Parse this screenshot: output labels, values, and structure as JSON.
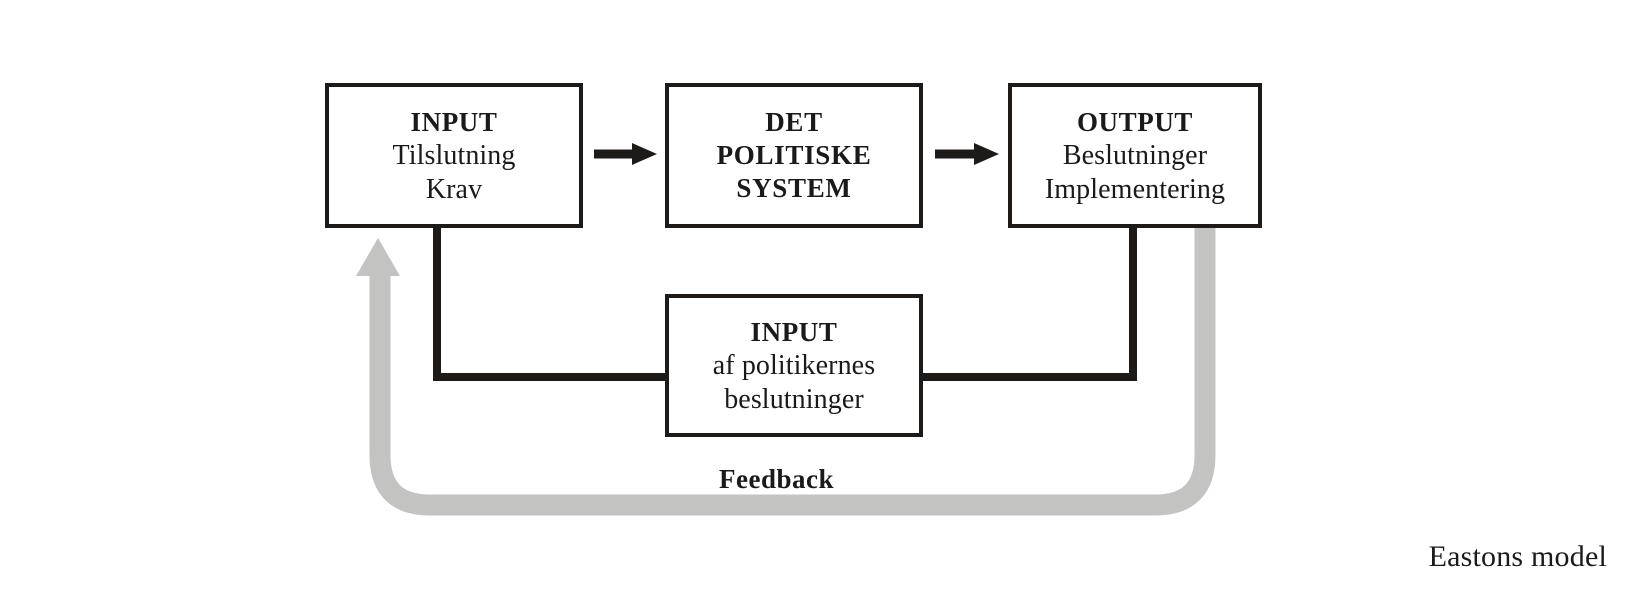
{
  "diagram": {
    "title": "Eastons model",
    "colors": {
      "stroke": "#1d1a18",
      "feedback": "#c3c3c1",
      "background": "#ffffff"
    },
    "nodes": [
      {
        "id": "input",
        "name": "input-box",
        "lines": [
          {
            "text": "INPUT",
            "bold": true
          },
          {
            "text": "Tilslutning",
            "bold": false
          },
          {
            "text": "Krav",
            "bold": false
          }
        ]
      },
      {
        "id": "system",
        "name": "political-system-box",
        "lines": [
          {
            "text": "DET",
            "bold": true
          },
          {
            "text": "POLITISKE",
            "bold": true
          },
          {
            "text": "SYSTEM",
            "bold": true
          }
        ]
      },
      {
        "id": "output",
        "name": "output-box",
        "lines": [
          {
            "text": "OUTPUT",
            "bold": true
          },
          {
            "text": "Beslutninger",
            "bold": false
          },
          {
            "text": "Implementering",
            "bold": false
          }
        ]
      },
      {
        "id": "feedback_input",
        "name": "politician-input-box",
        "lines": [
          {
            "text": "INPUT",
            "bold": true
          },
          {
            "text": "af politikernes",
            "bold": false
          },
          {
            "text": "beslutninger",
            "bold": false
          }
        ]
      }
    ],
    "edges": [
      {
        "id": "input_to_system",
        "name": "arrow-input-to-system",
        "kind": "arrow",
        "color": "#1d1a18"
      },
      {
        "id": "system_to_output",
        "name": "arrow-system-to-output",
        "kind": "arrow",
        "color": "#1d1a18"
      },
      {
        "id": "input_down_to_feedback_input",
        "name": "connector-input-to-politician-input",
        "kind": "elbow",
        "color": "#1d1a18"
      },
      {
        "id": "output_down_to_feedback_input",
        "name": "connector-output-to-politician-input",
        "kind": "elbow",
        "color": "#1d1a18"
      },
      {
        "id": "feedback_loop",
        "name": "feedback-arrow",
        "kind": "curved-arrow",
        "color": "#c3c3c1",
        "label": "Feedback"
      }
    ],
    "labels": {
      "feedback": "Feedback",
      "caption": "Eastons model"
    }
  }
}
